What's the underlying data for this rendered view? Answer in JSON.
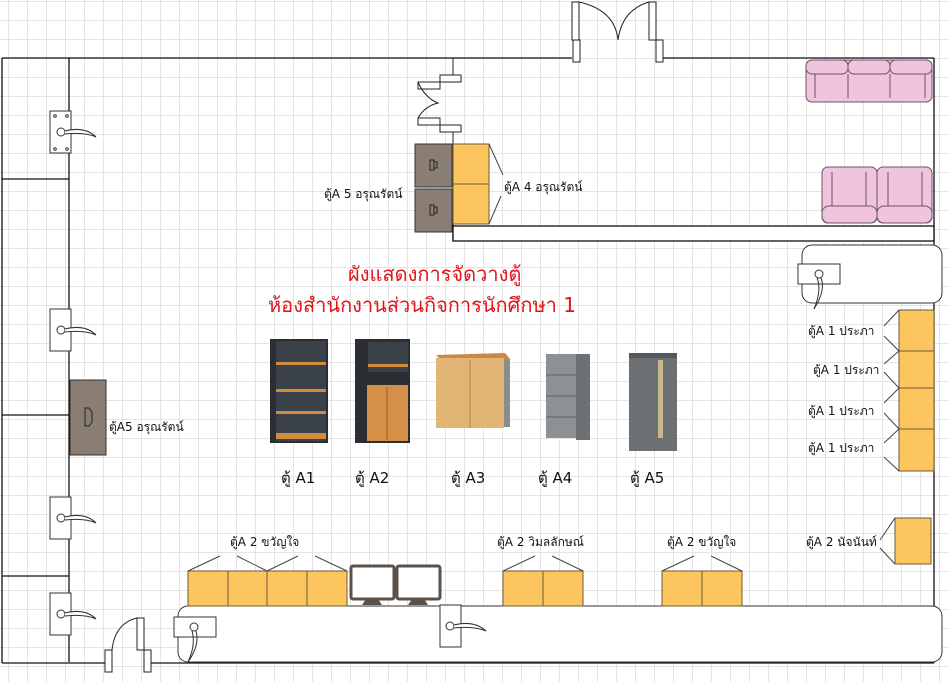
{
  "title": {
    "line1": "ผังแสดงการจัดวางตู้",
    "line2": "ห้องสำนักงานส่วนกิจการนักศึกษา 1",
    "color": "#e0161b"
  },
  "colors": {
    "cabinet_yellow": "#fdc55d",
    "cabinet_gray": "#8a7e74",
    "sofa_pink": "#f0c3de",
    "grid": "#e4e4e4",
    "wall": "#111111"
  },
  "catalog": [
    {
      "id": "A1",
      "label": "ตู้ A1",
      "type": "open-shelf"
    },
    {
      "id": "A2",
      "label": "ตู้ A2",
      "type": "shelf-with-doors"
    },
    {
      "id": "A3",
      "label": "ตู้ A3",
      "type": "low-wood-cabinet"
    },
    {
      "id": "A4",
      "label": "ตู้ A4",
      "type": "4-drawer-filing-cabinet"
    },
    {
      "id": "A5",
      "label": "ตู้ A5",
      "type": "multi-drawer-cabinet"
    }
  ],
  "labels": {
    "a5_top": "ตู้A 5 อรุณรัตน์",
    "a4_top": "ตู้A 4 อรุณรัตน์",
    "a5_left": "ตู้A5 อรุณรัตน์",
    "a1_right": [
      "ตู้A 1 ประภา",
      "ตู้A 1 ประภา",
      "ตู้A 1 ประภา",
      "ตู้A 1 ประภา"
    ],
    "a2_right": "ตู้A 2 นัจนันท์",
    "a2_bottom_left": "ตู้A 2 ขวัญใจ",
    "a2_bottom_mid": "ตู้A 2 วิมลลักษณ์",
    "a2_bottom_right": "ตู้A 2 ขวัญใจ"
  }
}
